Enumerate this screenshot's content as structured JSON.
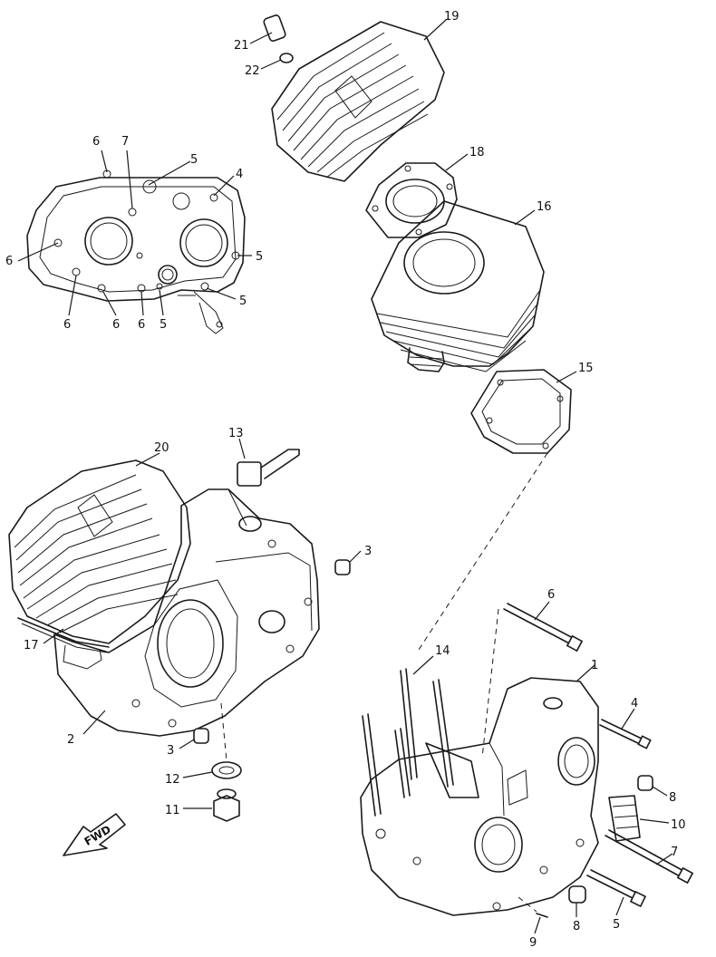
{
  "callouts": {
    "c1": "1",
    "c2": "2",
    "c3a": "3",
    "c3b": "3",
    "c4a": "4",
    "c4b": "4",
    "c5a": "5",
    "c5b": "5",
    "c5c": "5",
    "c5d": "5",
    "c5e": "5",
    "c6a": "6",
    "c6b": "6",
    "c6c": "6",
    "c6d": "6",
    "c6e": "6",
    "c6f": "6",
    "c7a": "7",
    "c7b": "7",
    "c8a": "8",
    "c8b": "8",
    "c9": "9",
    "c10": "10",
    "c11": "11",
    "c12": "12",
    "c13": "13",
    "c14": "14",
    "c15": "15",
    "c16": "16",
    "c17": "17",
    "c18": "18",
    "c19": "19",
    "c20": "20",
    "c21": "21",
    "c22": "22"
  },
  "fwd_label": "FWD",
  "colors": {
    "ink": "#1a1a1a",
    "paper": "#ffffff"
  }
}
